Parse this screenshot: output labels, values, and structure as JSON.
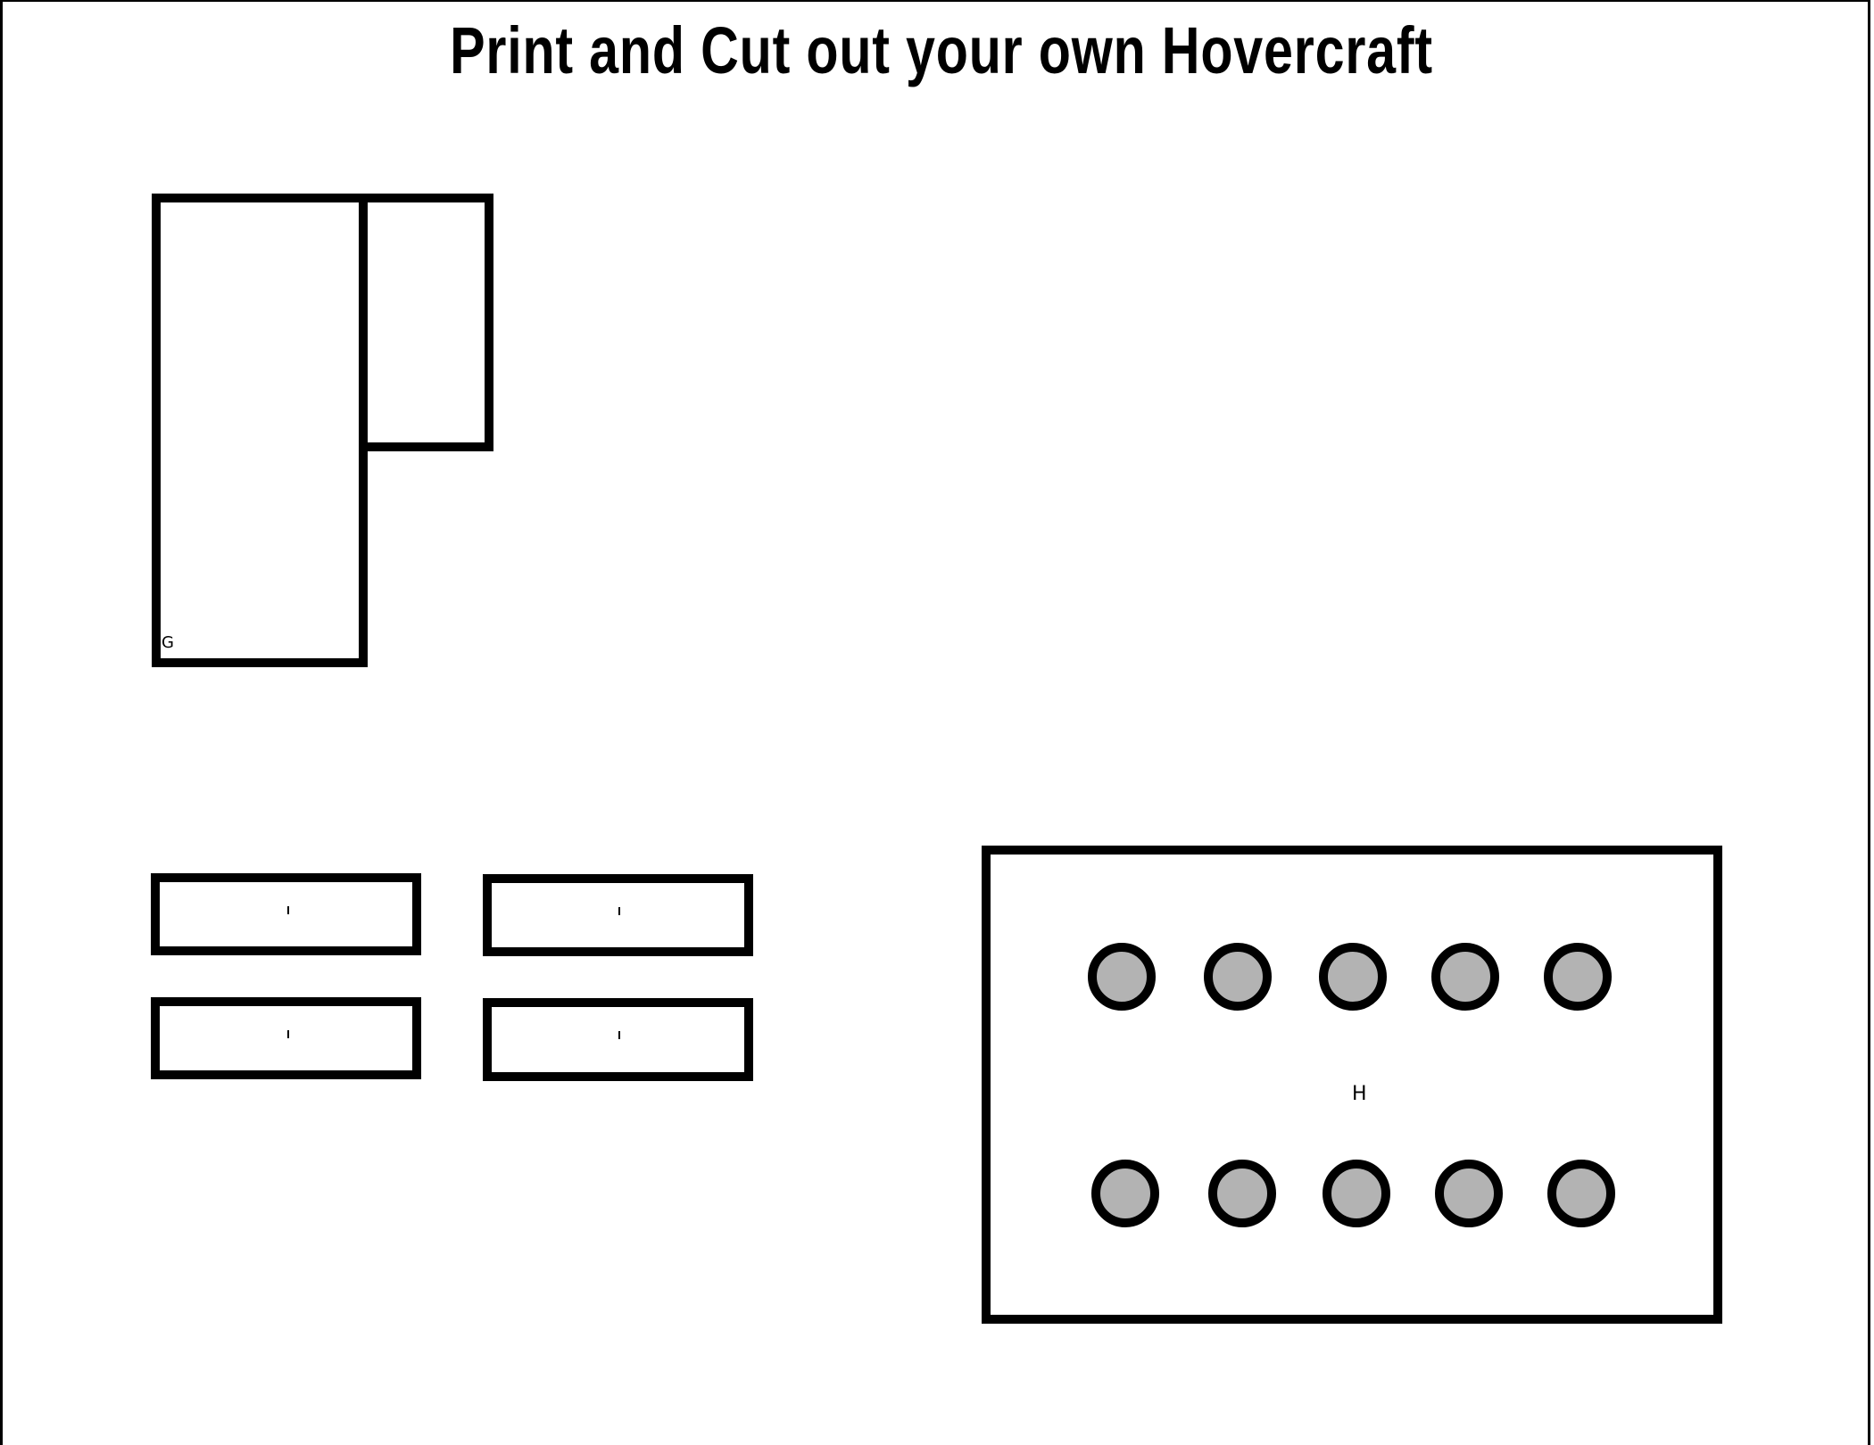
{
  "document": {
    "title": "Print and Cut out your own Hovercraft",
    "colors": {
      "outline": "#000000",
      "hole_fill": "#b3b3b3",
      "background": "#ffffff"
    }
  },
  "parts": {
    "g": {
      "label": "G",
      "description": "Tall rectangle with attached smaller flap rectangle on upper right"
    },
    "strips": {
      "count": 4,
      "items": [
        {
          "mark": "I"
        },
        {
          "mark": "I"
        },
        {
          "mark": "I"
        },
        {
          "mark": "I"
        }
      ]
    },
    "h": {
      "label": "H",
      "hole_count": 10,
      "rows": [
        {
          "holes": 5
        },
        {
          "holes": 5
        }
      ]
    }
  }
}
